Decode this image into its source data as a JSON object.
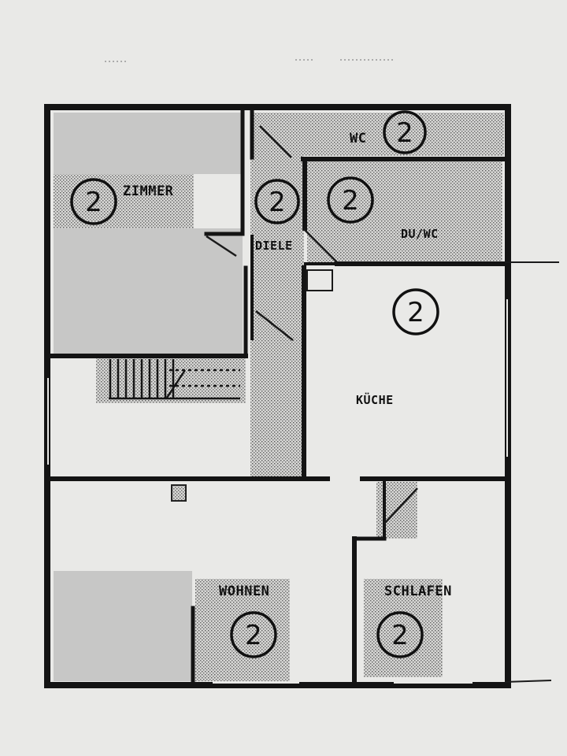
{
  "rooms": {
    "zimmer": "ZIMMER",
    "diele": "DIELE",
    "wc": "WC",
    "du_wc": "DU/WC",
    "kueche": "KÜCHE",
    "wohnen": "WOHNEN",
    "schlafen": "SCHLAFEN"
  },
  "badge": "2",
  "colors": {
    "background": "#e9e9e7",
    "walls": "#141414",
    "masked": "#c7c7c6",
    "stipple": "#9a9a98"
  }
}
